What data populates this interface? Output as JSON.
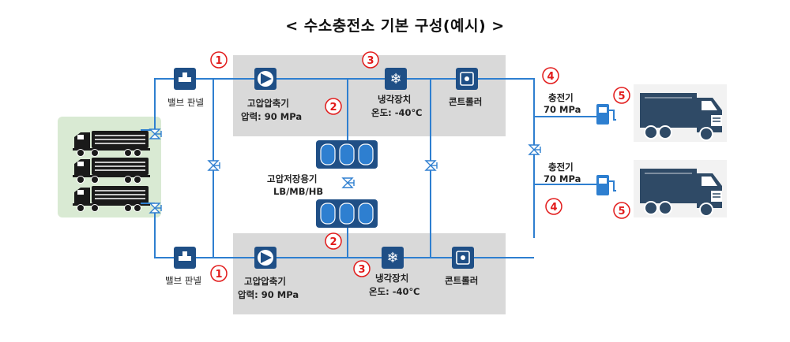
{
  "title": "< 수소충전소 기본 구성(예시) >",
  "labels": {
    "valve_panel_top": "밸브 판넬",
    "valve_panel_bottom": "밸브 판넬",
    "compressor_top": "고압압축기",
    "compressor_top_pressure": "압력: 90 MPa",
    "compressor_bottom": "고압압축기",
    "compressor_bottom_pressure": "압력: 90 MPa",
    "cooler_top": "냉각장치",
    "cooler_top_temp": "온도: -40℃",
    "cooler_bottom": "냉각장치",
    "cooler_bottom_temp": "온도: -40℃",
    "controller_top": "콘트롤러",
    "controller_bottom": "콘트롤러",
    "storage": "고압저장용기",
    "storage_grades": "LB/MB/HB",
    "dispenser_top": "충전기",
    "dispenser_top_pressure": "70 MPa",
    "dispenser_bottom": "충전기",
    "dispenser_bottom_pressure": "70 MPa"
  },
  "markers": {
    "m1_top": "1",
    "m1_bottom": "1",
    "m2_top": "2",
    "m2_bottom": "2",
    "m3_top": "3",
    "m3_bottom": "3",
    "m4_top": "4",
    "m4_bottom": "4",
    "m5_top": "5",
    "m5_bottom": "5"
  },
  "colors": {
    "pipe": "#2e7fd0",
    "icon_dark": "#1f4f86",
    "panel_gray": "#d9d9d9",
    "tube_trailer_bg": "#d9ead3",
    "marker_red": "#e21b1b",
    "truck": "#2f4a66"
  }
}
